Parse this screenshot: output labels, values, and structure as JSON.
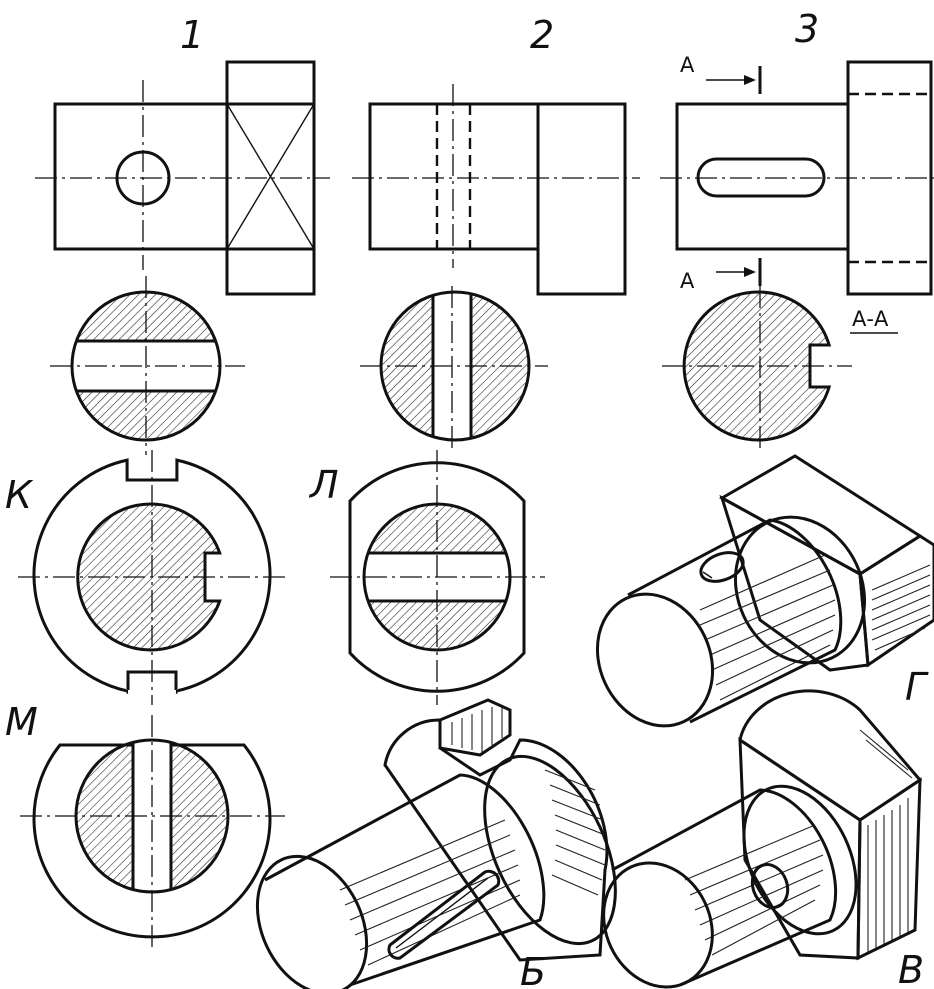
{
  "drawing": {
    "view_numbers": [
      "1",
      "2",
      "3"
    ],
    "section_mark_top": "А",
    "section_mark_bottom": "А",
    "section_title": "А-А",
    "section_labels": [
      "К",
      "Л",
      "М"
    ],
    "isometric_labels": [
      "Б",
      "В",
      "Г"
    ]
  }
}
